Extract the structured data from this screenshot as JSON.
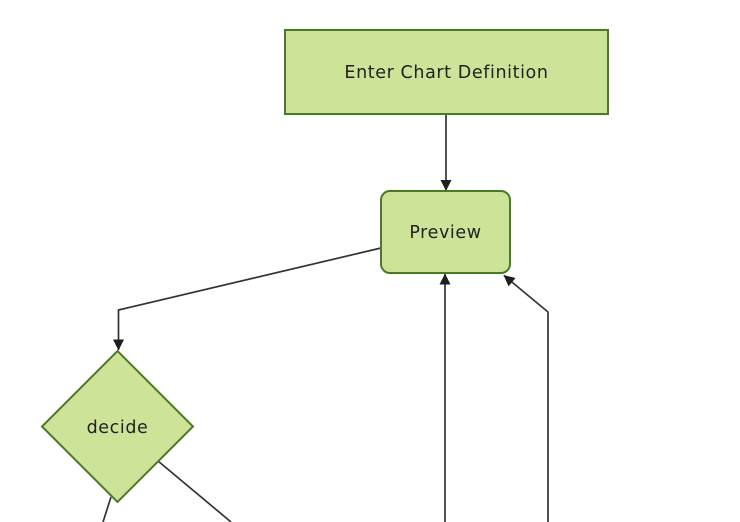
{
  "colors": {
    "background": "#ffffff",
    "node_fill": "#cde498",
    "node_border": "#4a7a24",
    "edge": "#333333",
    "arrowhead": "#1f1f1f",
    "label_text": "#222222"
  },
  "diagram": {
    "type": "flowchart",
    "direction": "top-down",
    "nodes": [
      {
        "id": "enter-chart-definition",
        "shape": "rectangle",
        "label": "Enter Chart Definition"
      },
      {
        "id": "preview",
        "shape": "rounded-rectangle",
        "label": "Preview"
      },
      {
        "id": "decide",
        "shape": "diamond",
        "label": "decide"
      }
    ],
    "edges": [
      {
        "from": "enter-chart-definition",
        "to": "preview",
        "arrowhead": true
      },
      {
        "from": "preview",
        "to": "decide",
        "arrowhead": true
      },
      {
        "from": "decide",
        "to": "below-view-left",
        "arrowhead": false
      },
      {
        "from": "decide",
        "to": "below-view-right",
        "arrowhead": false
      },
      {
        "from": "below-view",
        "to": "preview",
        "arrowhead": true
      },
      {
        "from": "below-view-right",
        "to": "preview",
        "arrowhead": true
      }
    ]
  }
}
